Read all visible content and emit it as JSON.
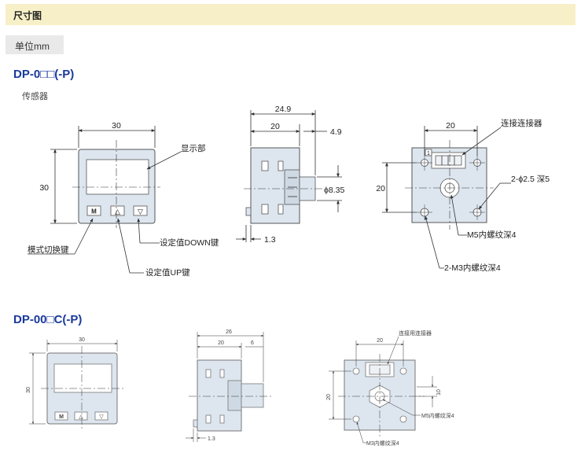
{
  "header": {
    "title": "尺寸图"
  },
  "unit_label": "单位mm",
  "section1": {
    "model": "DP-0□□(-P)",
    "subtitle": "传感器",
    "front": {
      "width": "30",
      "height": "30",
      "display_label": "显示部",
      "btn_m": "M",
      "btn_up": "△",
      "btn_down": "▽",
      "mode_key": "模式切换键",
      "down_key": "设定值DOWN键",
      "up_key": "设定值UP键"
    },
    "side": {
      "total": "24.9",
      "body": "20",
      "protrude": "4.9",
      "diameter": "ϕ8.35",
      "bottom": "1.3"
    },
    "back": {
      "width": "20",
      "height": "20",
      "connector": "连接连接器",
      "hole1": "2-ϕ2.5 深5",
      "m5": "M5内螺纹深4",
      "m3": "2-M3内螺纹深4",
      "pin1": "1"
    }
  },
  "section2": {
    "model": "DP-00□C(-P)",
    "front": {
      "width": "30",
      "height": "30",
      "btn_m": "M",
      "btn_up": "△",
      "btn_down": "▽"
    },
    "side": {
      "total": "26",
      "body": "20",
      "protrude": "6",
      "bottom": "1.3"
    },
    "back": {
      "width": "20",
      "height": "20",
      "inner": "10",
      "connector": "连接用连接器",
      "m5": "M5内螺纹深4",
      "m3": "M3内螺纹深4"
    }
  },
  "colors": {
    "body": "#dde6ef",
    "outline": "#444444",
    "accent": "#1a3a9c",
    "header_bg": "#f7efc8"
  }
}
